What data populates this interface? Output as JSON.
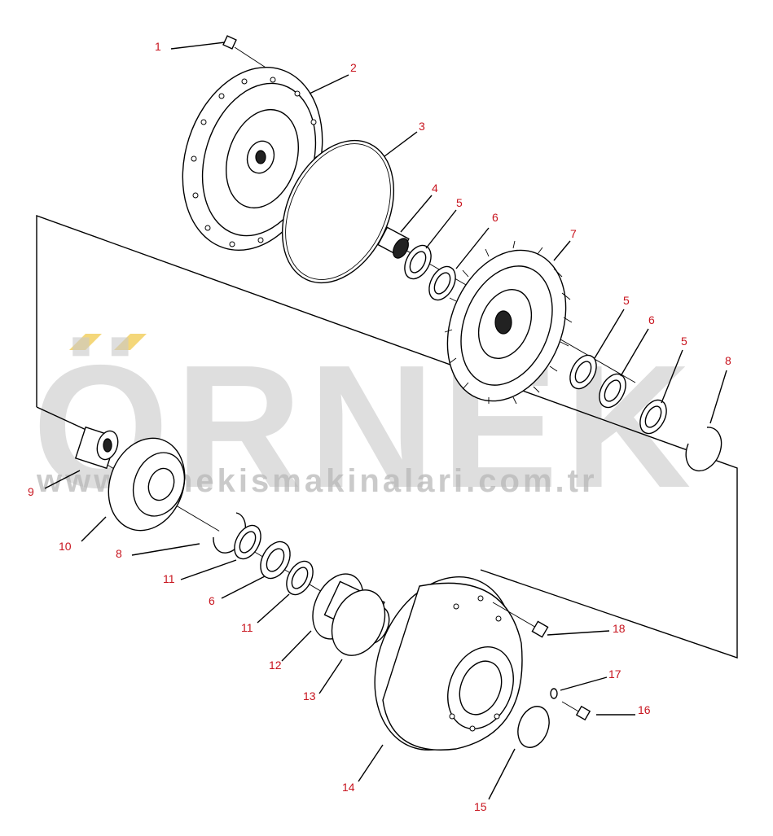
{
  "diagram": {
    "watermark": {
      "brand": "ÖRNEK",
      "url": "www.ornekismakinalari.com.tr"
    },
    "callouts": [
      "1",
      "2",
      "3",
      "4",
      "5",
      "6",
      "7",
      "5",
      "6",
      "5",
      "8",
      "9",
      "10",
      "8",
      "11",
      "6",
      "11",
      "12",
      "13",
      "14",
      "15",
      "16",
      "17",
      "18"
    ],
    "colors": {
      "callout": "#c8141e",
      "line": "#000000",
      "watermark": "#c9c9c9",
      "watermark_accent": "#f3d36b"
    }
  }
}
